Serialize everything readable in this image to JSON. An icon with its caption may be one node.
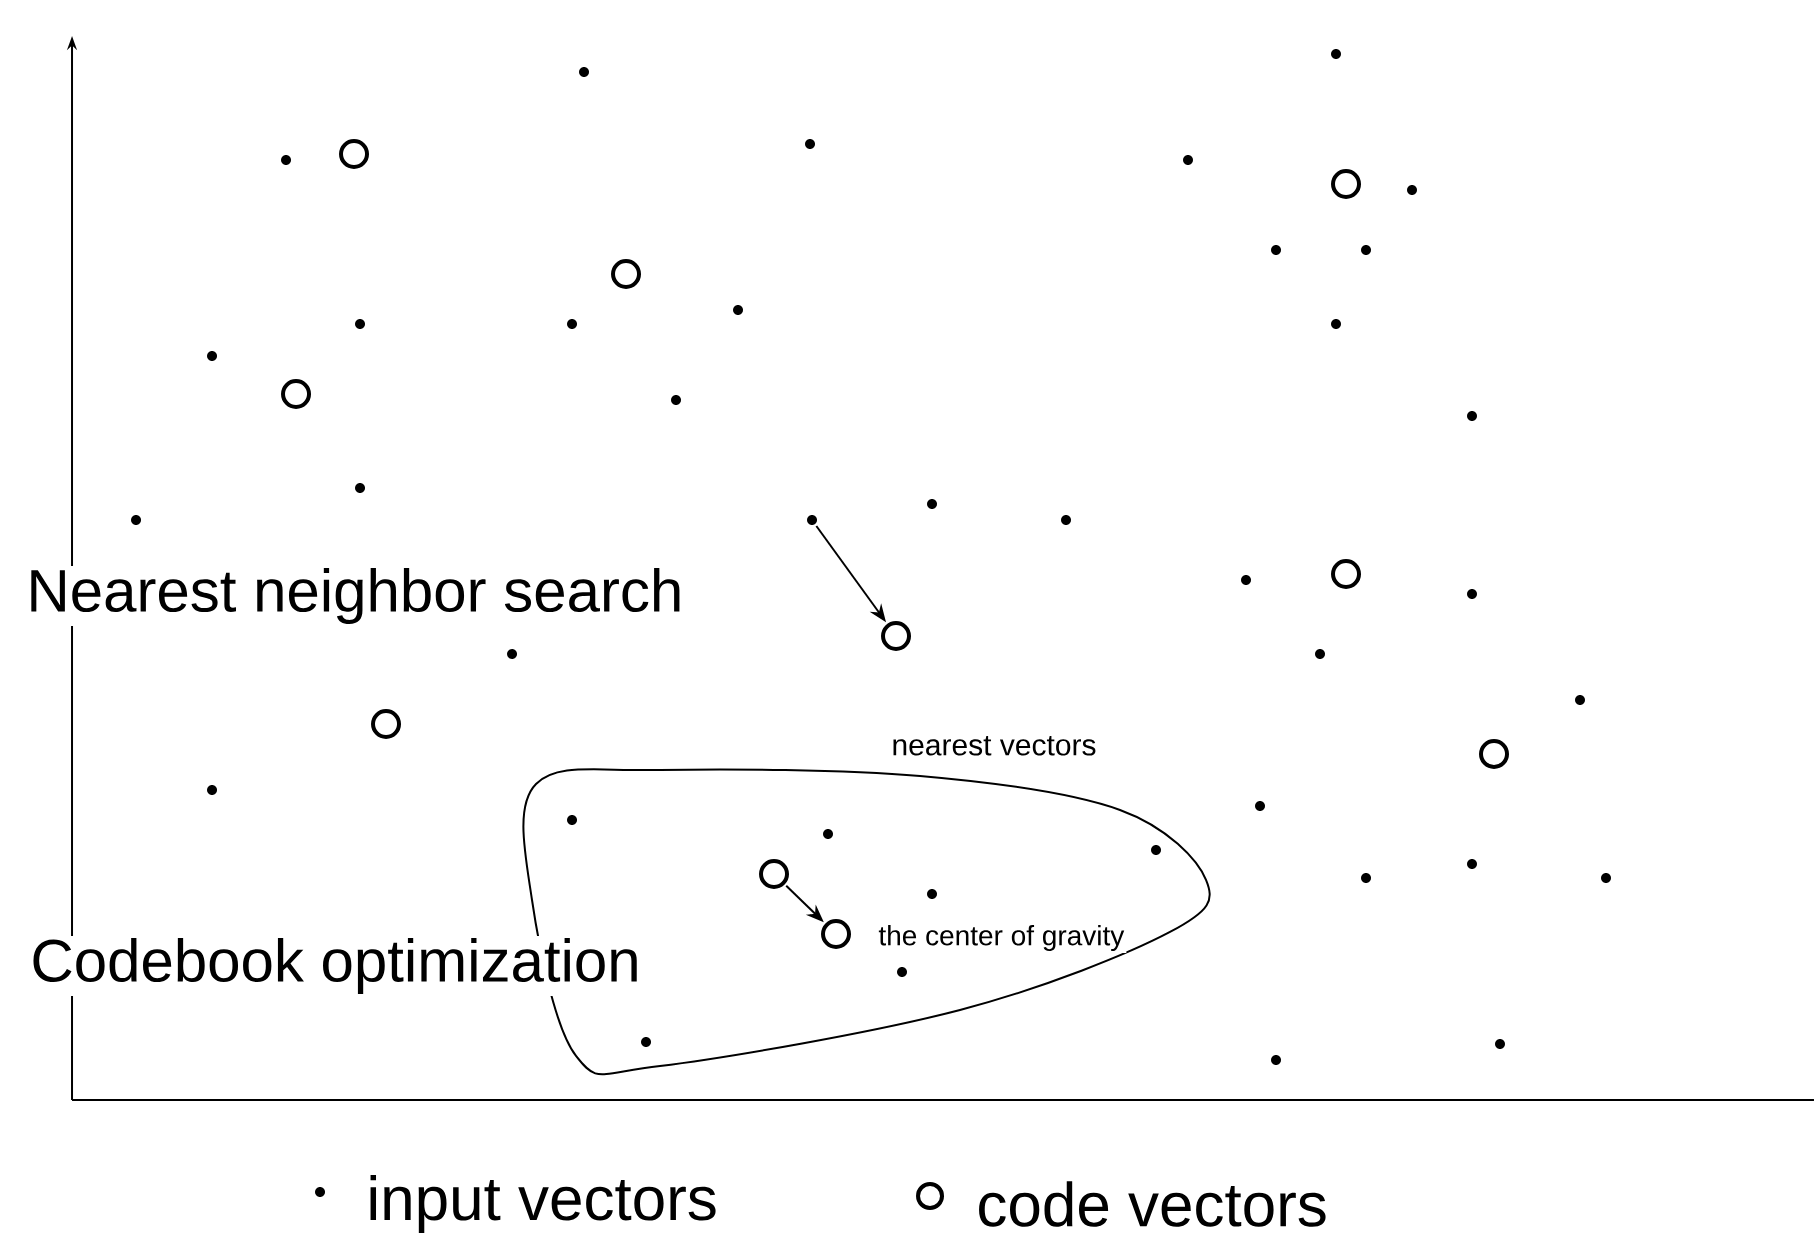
{
  "diagram": {
    "nodes": [
      {
        "text": [
          "nearest vectors"
        ]
      },
      {
        "text": [],
        "shape": "circle"
      },
      {
        "text": [],
        "shape": "circle"
      },
      {
        "text": [],
        "shape": "circle",
        "in": 0
      },
      {
        "text": [],
        "shape": "circle",
        "in": 0,
        "beside": [
          "the center of gravity"
        ]
      }
    ],
    "edges": [
      {
        "from": 1,
        "to": 2,
        "arrow": "to"
      },
      {
        "from": 3,
        "to": 4,
        "arrow": "to"
      }
    ],
    "labels": [
      "Nearest neighbor search",
      "Codebook optimization"
    ],
    "legend": [
      {
        "text": "input vectors"
      },
      {
        "text": "code vectors"
      }
    ]
  }
}
